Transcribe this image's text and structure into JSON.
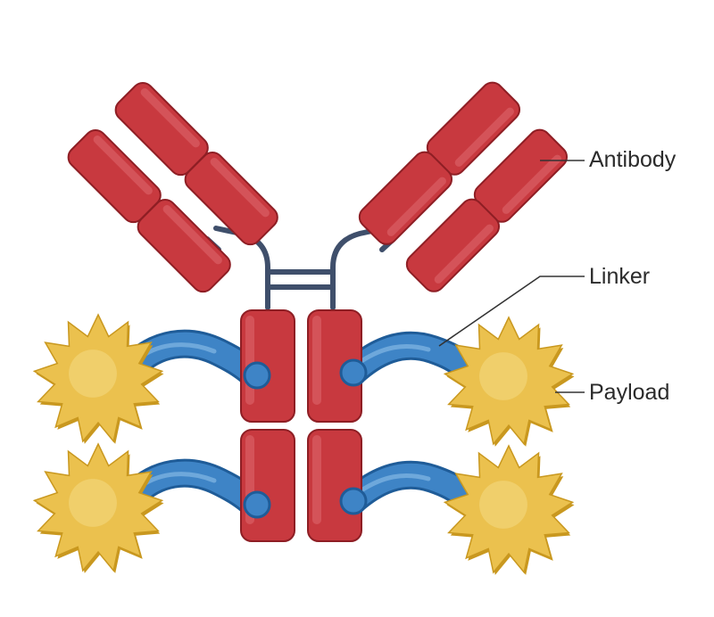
{
  "labels": {
    "antibody": "Antibody",
    "linker": "Linker",
    "payload": "Payload"
  },
  "colors": {
    "antibody_fill": "#c8393f",
    "antibody_stroke": "#8e1e24",
    "antibody_highlight": "#df6a6f",
    "hinge": "#3f4f6b",
    "linker_fill": "#3e84c6",
    "linker_dark": "#1f5c98",
    "payload_fill": "#ebc14e",
    "payload_shadow": "#c9981f",
    "leader_line": "#333333"
  }
}
